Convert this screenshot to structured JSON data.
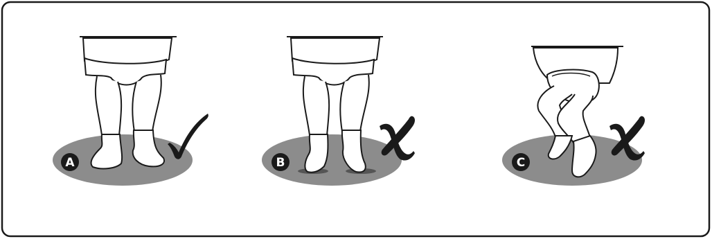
{
  "colors": {
    "frame_border": "#1a1a1a",
    "floor_shadow": "#8c8c8c",
    "badge_fill": "#1a1a1a",
    "badge_text": "#ffffff",
    "line_art": "#1a1a1a",
    "skin_fill": "#ffffff"
  },
  "panels": [
    {
      "label": "A",
      "mark": "check-icon",
      "meaning": "correct"
    },
    {
      "label": "B",
      "mark": "cross-icon",
      "meaning": "incorrect"
    },
    {
      "label": "C",
      "mark": "cross-icon",
      "meaning": "incorrect"
    }
  ]
}
